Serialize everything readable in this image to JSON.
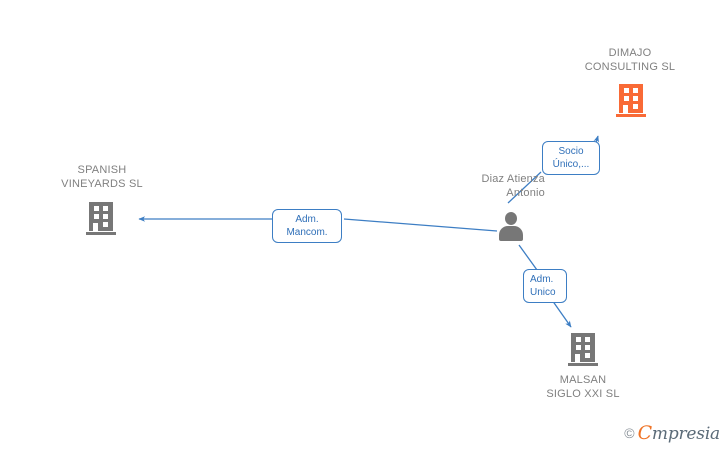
{
  "diagram": {
    "type": "corporate-relationship-graph",
    "background": "#ffffff",
    "edge_color": "#3d7ec4",
    "company_color": "#777777",
    "focus_company_color": "#F96A36",
    "person_color": "#777777",
    "nodes": [
      {
        "id": "dimajo",
        "kind": "company",
        "label_line1": "DIMAJO",
        "label_line2": "CONSULTING SL",
        "highlighted": true,
        "icon": "building-icon"
      },
      {
        "id": "spanish-vineyards",
        "kind": "company",
        "label_line1": "SPANISH",
        "label_line2": "VINEYARDS SL",
        "highlighted": false,
        "icon": "building-icon"
      },
      {
        "id": "person",
        "kind": "person",
        "label_line1": "Diaz Atienza",
        "label_line2": "Antonio",
        "icon": "person-icon"
      },
      {
        "id": "malsan",
        "kind": "company",
        "label_line1": "MALSAN",
        "label_line2": "SIGLO XXI SL",
        "highlighted": false,
        "icon": "building-icon"
      }
    ],
    "edges": [
      {
        "id": "person-to-dimajo",
        "from": "person",
        "to": "dimajo",
        "label_line1": "Socio",
        "label_line2": "Único,...",
        "arrow": "up-right"
      },
      {
        "id": "person-to-spanish-vineyards",
        "from": "person",
        "to": "spanish-vineyards",
        "label_line1": "Adm.",
        "label_line2": "Mancom.",
        "arrow": "left"
      },
      {
        "id": "person-to-malsan",
        "from": "person",
        "to": "malsan",
        "label_line1": "Adm.",
        "label_line2": "Unico",
        "arrow": "down-right"
      }
    ]
  },
  "watermark": {
    "copyright": "©",
    "lead_letter": "C",
    "rest": "mpresia"
  }
}
